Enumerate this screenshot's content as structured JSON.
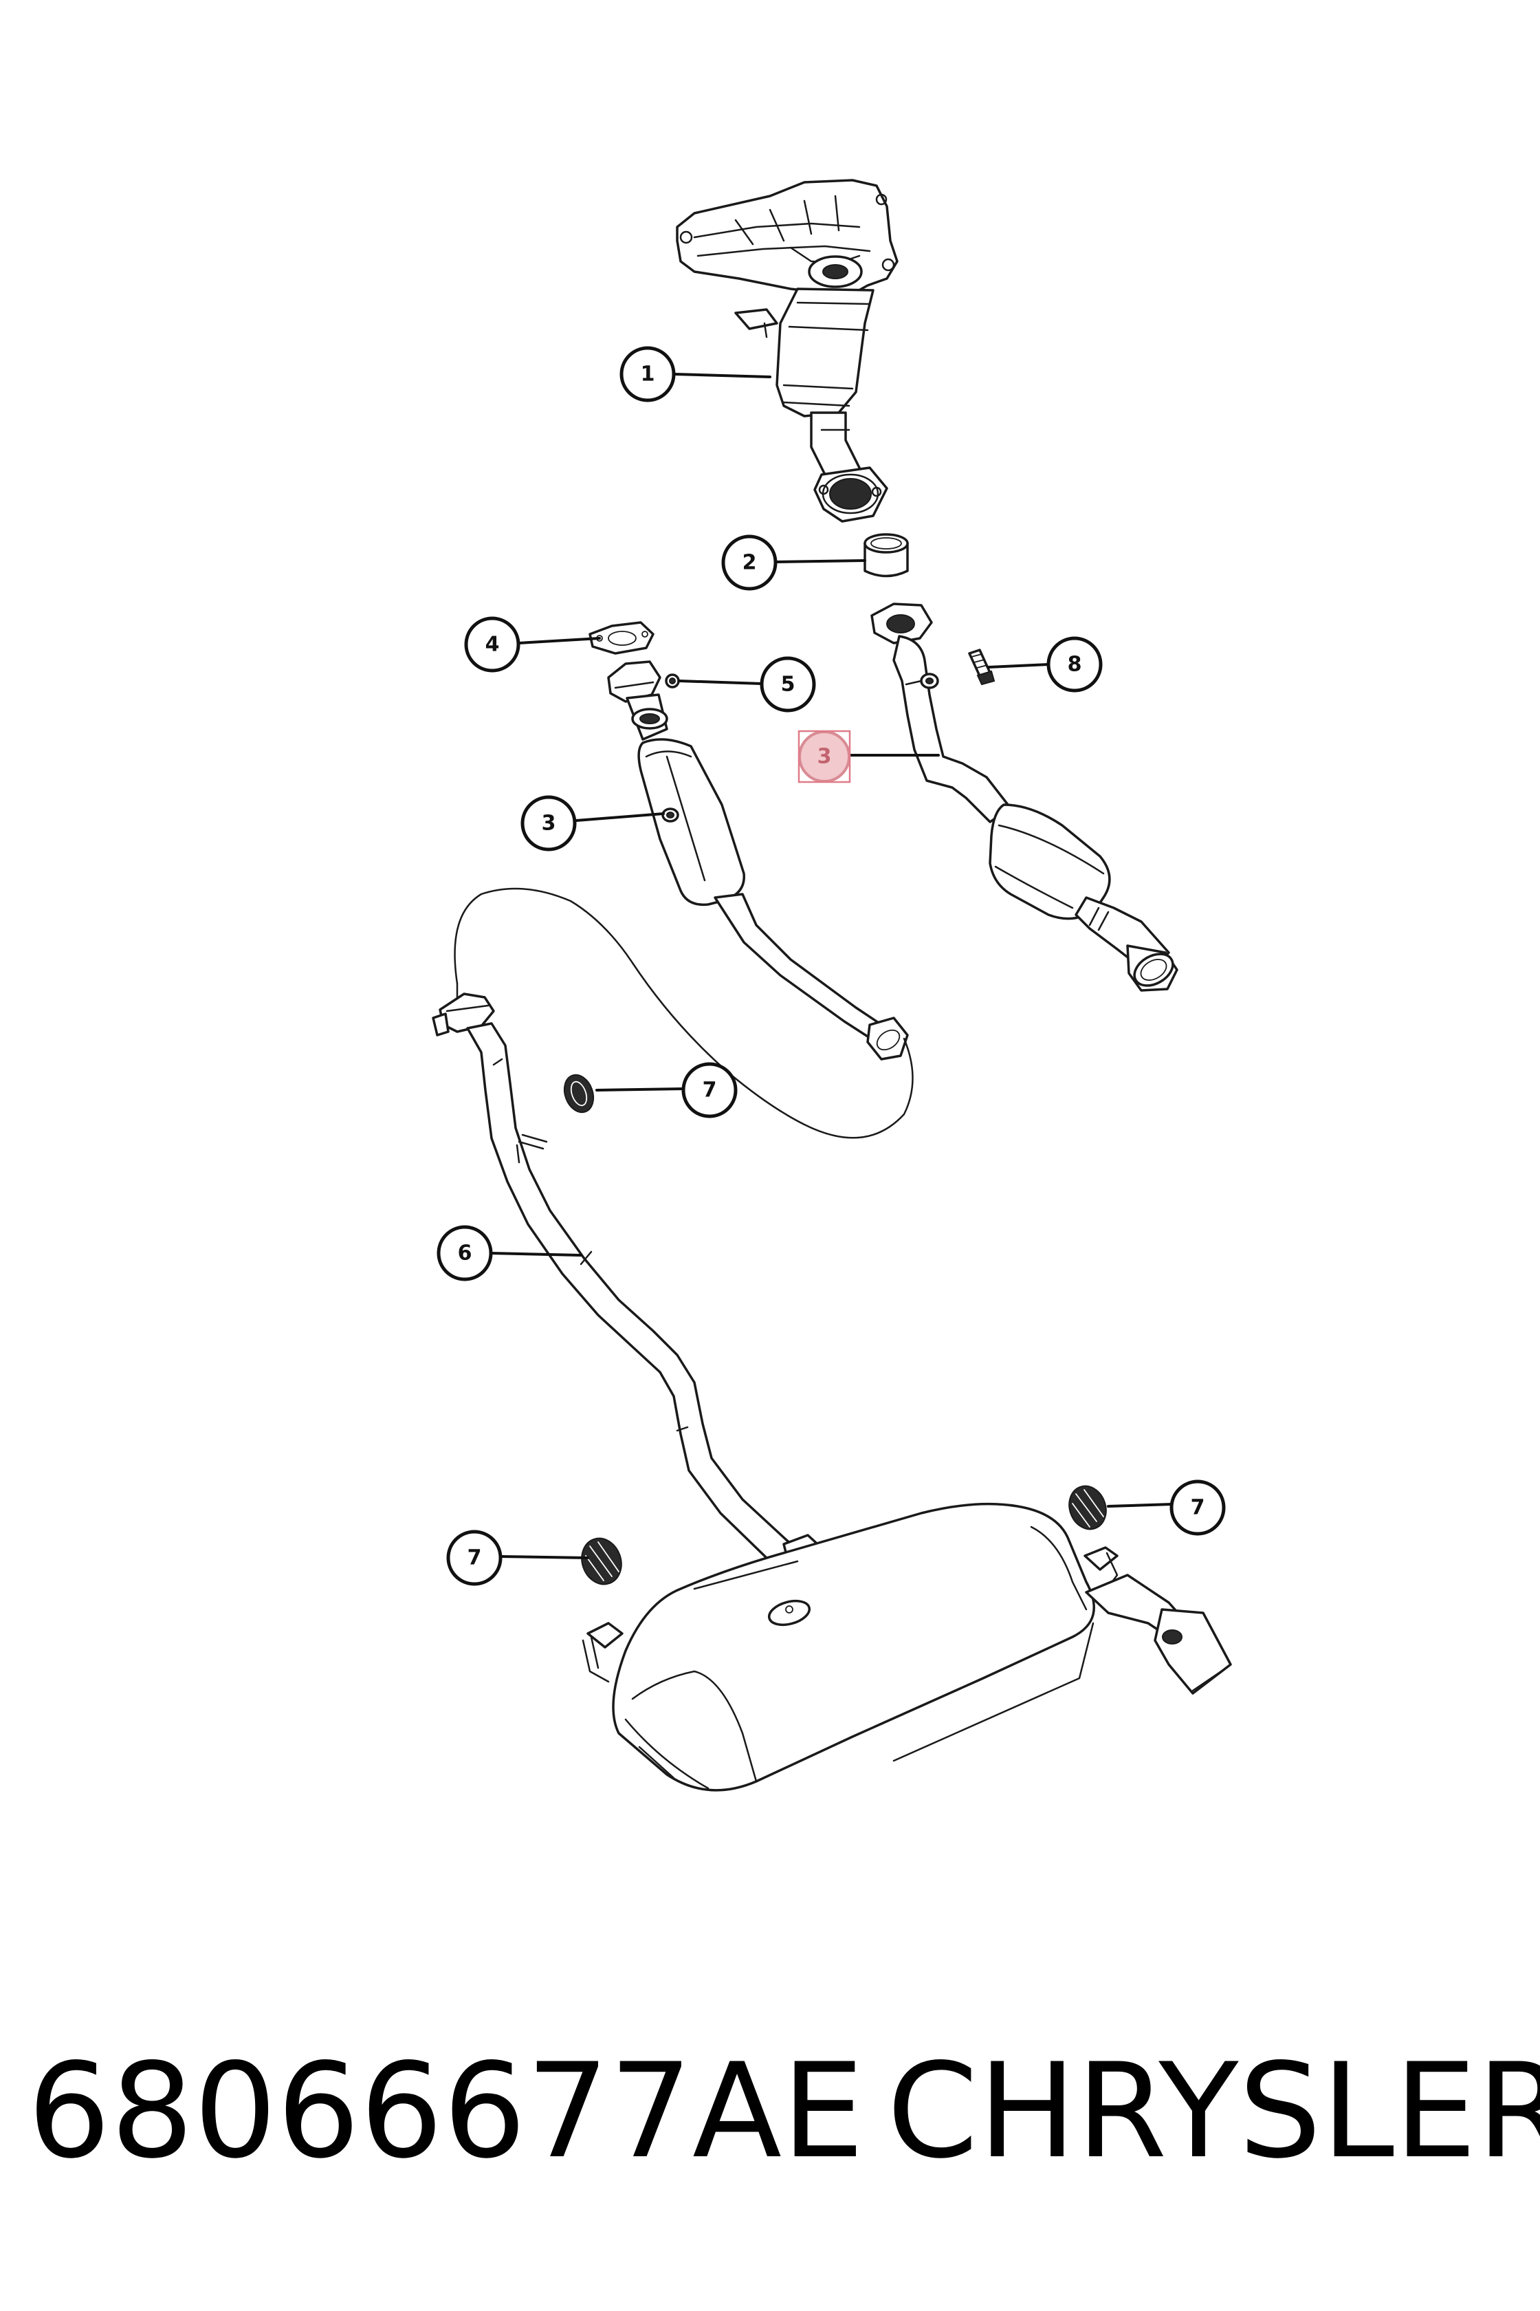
{
  "diagram": {
    "callouts": [
      {
        "id": "c1",
        "label": "1"
      },
      {
        "id": "c2",
        "label": "2"
      },
      {
        "id": "c3a",
        "label": "3",
        "highlighted": true
      },
      {
        "id": "c3b",
        "label": "3"
      },
      {
        "id": "c4",
        "label": "4"
      },
      {
        "id": "c5",
        "label": "5"
      },
      {
        "id": "c6",
        "label": "6"
      },
      {
        "id": "c7a",
        "label": "7"
      },
      {
        "id": "c7b",
        "label": "7"
      },
      {
        "id": "c7c",
        "label": "7"
      },
      {
        "id": "c8",
        "label": "8"
      }
    ],
    "highlight_color": "#f2c9cd"
  },
  "caption": {
    "part_number": "68066677AE",
    "brand": "CHRYSLER"
  }
}
